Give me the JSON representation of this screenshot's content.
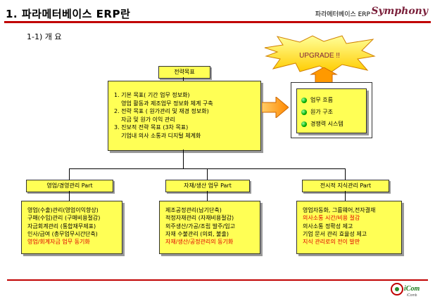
{
  "header": {
    "title": "1. 파라메터베이스 ERP란",
    "right_label": "파라메터베이스 ERP",
    "brand": "Symphony"
  },
  "subtitle": "1-1) 개 요",
  "burst": {
    "label": "UPGRADE !!"
  },
  "strategy": {
    "label": "전략목표",
    "lines": [
      "1. 기본 목표( 기간 업무 정보화)",
      "    영업 활동과 제조업무 정보화 체계 구축",
      "2. 전략 목표 ( 원가관리 및 재경 정보화)",
      "    자금 및 원가 이익 관리",
      "3. 진보적 전략 목표 (3차 목표)",
      "    기업내 의사 소통과 디지털 체계화"
    ]
  },
  "goals": [
    "업무 흐름",
    "원가 구조",
    "경쟁력 시스템"
  ],
  "parts": [
    {
      "label": "영업/경영관리  Part",
      "items": [
        {
          "text": "영업(수출)관리(영업이익향상)",
          "highlight": false
        },
        {
          "text": "구매(수입)관리 (구매비용절감)",
          "highlight": false
        },
        {
          "text": "자금회계관리 (통합재무제표)",
          "highlight": false
        },
        {
          "text": "인사/급여 (총무업무시간단축)",
          "highlight": false
        },
        {
          "text": "영업/회계자금 업무 동기화",
          "highlight": true
        }
      ]
    },
    {
      "label": "자재/생산 업무 Part",
      "items": [
        {
          "text": "제조공정관리(납기단축)",
          "highlight": false
        },
        {
          "text": "적정자재관리 (자재비용절감)",
          "highlight": false
        },
        {
          "text": "외주생산/가공/조립 발주/입고",
          "highlight": false
        },
        {
          "text": "자재 수불관리 (의뢰, 불출)",
          "highlight": false
        },
        {
          "text": "자재/생산/공정관리의 동기화",
          "highlight": true
        }
      ]
    },
    {
      "label": "전시적 지식관리 Part",
      "items": [
        {
          "text": "영업자동화, 그룹웨어,전자결재",
          "highlight": false
        },
        {
          "text": "의사소통 시간/비용 절감",
          "highlight": true
        },
        {
          "text": "의사소통 정확성 제고",
          "highlight": false
        },
        {
          "text": "기업 문서 관리 효율성 제고",
          "highlight": false
        },
        {
          "text": "지식 관리로의 전이 발판",
          "highlight": true
        }
      ]
    }
  ],
  "footer": {
    "logo_text": "iCom",
    "logo_sub": "iComb"
  }
}
